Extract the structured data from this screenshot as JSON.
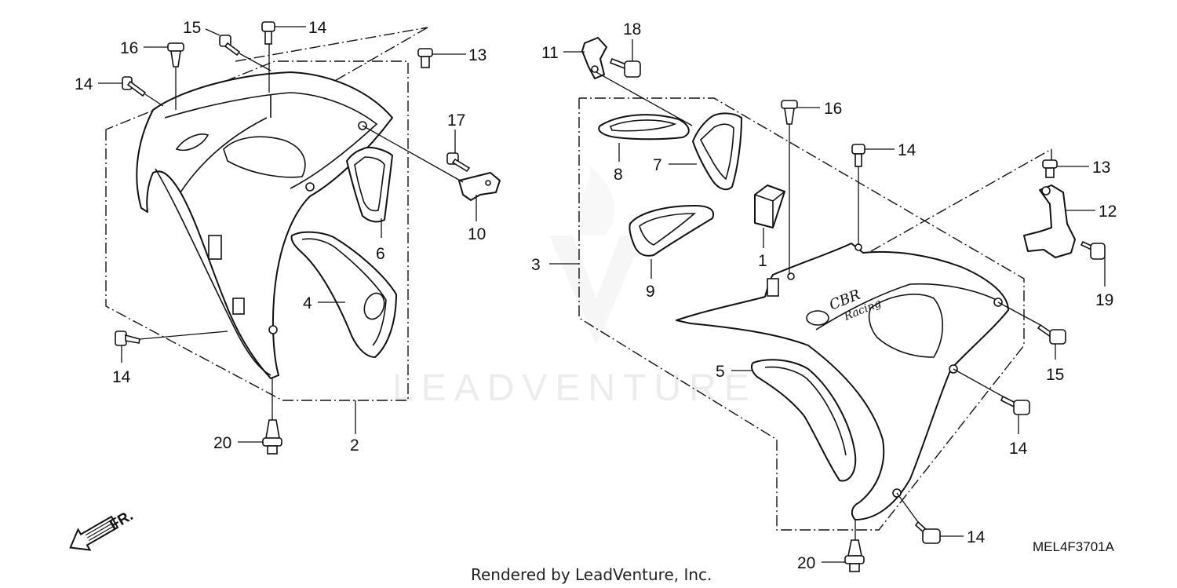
{
  "diagram": {
    "watermark": "LEADVENTURE",
    "footer": "Rendered by LeadVenture, Inc.",
    "diagram_code": "MEL4F3701A",
    "front_indicator": "FR.",
    "callouts": [
      "1",
      "2",
      "3",
      "4",
      "5",
      "6",
      "7",
      "8",
      "9",
      "10",
      "11",
      "12",
      "13",
      "14",
      "15",
      "16",
      "17",
      "18",
      "19",
      "20"
    ]
  }
}
